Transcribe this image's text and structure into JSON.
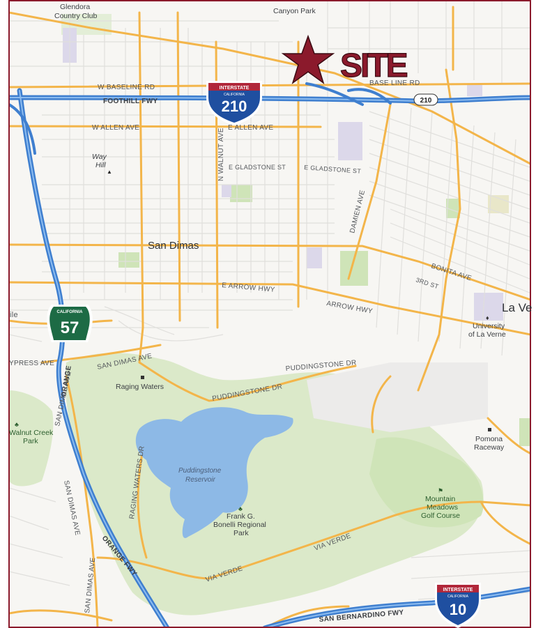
{
  "site": {
    "label": "SITE",
    "color": "#8b1a2c"
  },
  "colors": {
    "border": "#8b1a2c",
    "park": "#d7e8c5",
    "water": "#8fbbe8",
    "highway": "#4e8fd8",
    "arterial": "#f5b84a",
    "local": "#e0e0e0"
  },
  "shields": {
    "i210": {
      "top": "INTERSTATE",
      "sub": "CALIFORNIA",
      "num": "210"
    },
    "i10": {
      "top": "INTERSTATE",
      "sub": "CALIFORNIA",
      "num": "10"
    },
    "ca57": {
      "top": "CALIFORNIA",
      "num": "57"
    },
    "badge210": "210"
  },
  "cities": {
    "san_dimas": "San Dimas",
    "la_verne": "La Ve"
  },
  "roads": {
    "baseline_w": "W BASELINE RD",
    "baseline_e": "BASE LINE RD",
    "foothill_fwy": "FOOTHILL FWY",
    "allen_w": "W ALLEN AVE",
    "allen_e": "E ALLEN AVE",
    "walnut": "N WALNUT AVE",
    "gladstone_1": "E GLADSTONE ST",
    "gladstone_2": "E GLADSTONE ST",
    "damien": "DAMIEN AVE",
    "bonita": "BONITA AVE",
    "third": "3RD ST",
    "arrow_e": "E ARROW HWY",
    "arrow": "ARROW HWY",
    "cypress": "YPRESS AVE",
    "orange_v": "ORANGE",
    "san_dimas_ave_1": "SAN DIMAS AVE",
    "san_dimas_ave_2": "SAN DIMAS AVE",
    "san_dimas_ave_3": "SAN DIMAS AVE",
    "san_dimas_ave_4": "SAN DIMAS AVE",
    "puddingstone_1": "PUDDINGSTONE DR",
    "puddingstone_2": "PUDDINGSTONE DR",
    "raging_waters_dr": "RAGING WATERS DR",
    "orange_fwy": "ORANGE FWY",
    "via_verde_1": "VIA VERDE",
    "via_verde_2": "VIA VERDE",
    "san_bernardino_fwy": "SAN BERNARDINO FWY",
    "ile": "ile"
  },
  "places": {
    "glendora_1": "Glendora",
    "glendora_2": "Country Club",
    "canyon_park": "Canyon Park",
    "way_hill_1": "Way",
    "way_hill_2": "Hill",
    "raging_waters": "Raging Waters",
    "walnut_creek_1": "Walnut Creek",
    "walnut_creek_2": "Park",
    "reservoir_1": "Puddingstone",
    "reservoir_2": "Reservoir",
    "bonelli_1": "Frank G.",
    "bonelli_2": "Bonelli Regional",
    "bonelli_3": "Park",
    "univ_1": "University",
    "univ_2": "of La Verne",
    "pomona_1": "Pomona",
    "pomona_2": "Raceway",
    "mountain_1": "Mountain",
    "mountain_2": "Meadows",
    "mountain_3": "Golf Course"
  }
}
